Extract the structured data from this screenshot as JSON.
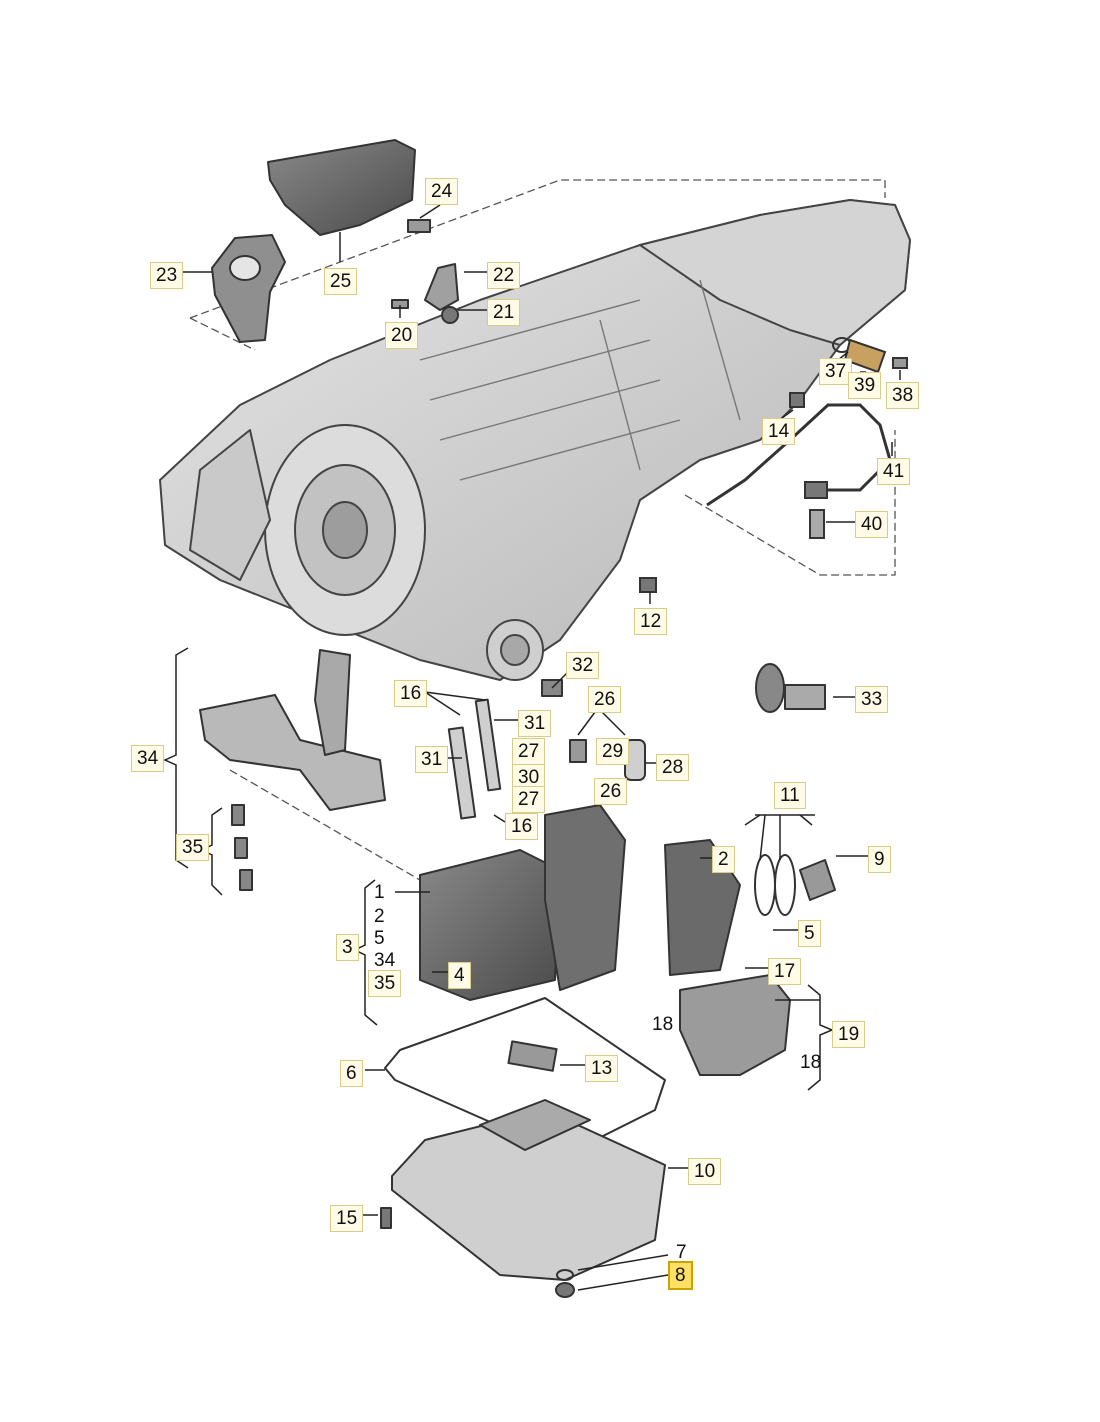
{
  "diagram": {
    "callouts": [
      {
        "id": "c24",
        "text": "24",
        "style": "boxed"
      },
      {
        "id": "c22",
        "text": "22",
        "style": "boxed"
      },
      {
        "id": "c23",
        "text": "23",
        "style": "boxed"
      },
      {
        "id": "c25",
        "text": "25",
        "style": "boxed"
      },
      {
        "id": "c21",
        "text": "21",
        "style": "boxed"
      },
      {
        "id": "c20",
        "text": "20",
        "style": "boxed"
      },
      {
        "id": "c37",
        "text": "37",
        "style": "boxed"
      },
      {
        "id": "c39",
        "text": "39",
        "style": "boxed"
      },
      {
        "id": "c38",
        "text": "38",
        "style": "boxed"
      },
      {
        "id": "c14",
        "text": "14",
        "style": "boxed"
      },
      {
        "id": "c41",
        "text": "41",
        "style": "boxed"
      },
      {
        "id": "c40",
        "text": "40",
        "style": "boxed"
      },
      {
        "id": "c12",
        "text": "12",
        "style": "boxed"
      },
      {
        "id": "c32",
        "text": "32",
        "style": "boxed"
      },
      {
        "id": "c33",
        "text": "33",
        "style": "boxed"
      },
      {
        "id": "c16a",
        "text": "16",
        "style": "boxed"
      },
      {
        "id": "c26a",
        "text": "26",
        "style": "boxed"
      },
      {
        "id": "c34",
        "text": "34",
        "style": "boxed"
      },
      {
        "id": "c31a",
        "text": "31",
        "style": "boxed"
      },
      {
        "id": "c31b",
        "text": "31",
        "style": "boxed"
      },
      {
        "id": "c27a",
        "text": "27",
        "style": "boxed"
      },
      {
        "id": "c29",
        "text": "29",
        "style": "boxed"
      },
      {
        "id": "c28",
        "text": "28",
        "style": "boxed"
      },
      {
        "id": "c30",
        "text": "30",
        "style": "boxed"
      },
      {
        "id": "c27b",
        "text": "27",
        "style": "boxed"
      },
      {
        "id": "c26b",
        "text": "26",
        "style": "boxed"
      },
      {
        "id": "c16b",
        "text": "16",
        "style": "boxed"
      },
      {
        "id": "c11",
        "text": "11",
        "style": "boxed"
      },
      {
        "id": "c35a",
        "text": "35",
        "style": "boxed"
      },
      {
        "id": "c2a",
        "text": "2",
        "style": "boxed"
      },
      {
        "id": "c9",
        "text": "9",
        "style": "boxed"
      },
      {
        "id": "c1",
        "text": "1",
        "style": "plain"
      },
      {
        "id": "c2b",
        "text": "2",
        "style": "plain"
      },
      {
        "id": "c3",
        "text": "3",
        "style": "boxed"
      },
      {
        "id": "c5a",
        "text": "5",
        "style": "plain"
      },
      {
        "id": "c34b",
        "text": "34",
        "style": "plain"
      },
      {
        "id": "c35b",
        "text": "35",
        "style": "boxed"
      },
      {
        "id": "c5b",
        "text": "5",
        "style": "boxed"
      },
      {
        "id": "c4",
        "text": "4",
        "style": "boxed"
      },
      {
        "id": "c17",
        "text": "17",
        "style": "boxed"
      },
      {
        "id": "c18a",
        "text": "18",
        "style": "plain"
      },
      {
        "id": "c19",
        "text": "19",
        "style": "boxed"
      },
      {
        "id": "c18b",
        "text": "18",
        "style": "plain"
      },
      {
        "id": "c6",
        "text": "6",
        "style": "boxed"
      },
      {
        "id": "c13",
        "text": "13",
        "style": "boxed"
      },
      {
        "id": "c10",
        "text": "10",
        "style": "boxed"
      },
      {
        "id": "c15",
        "text": "15",
        "style": "boxed"
      },
      {
        "id": "c7",
        "text": "7",
        "style": "plain"
      },
      {
        "id": "c8",
        "text": "8",
        "style": "hl"
      }
    ]
  }
}
